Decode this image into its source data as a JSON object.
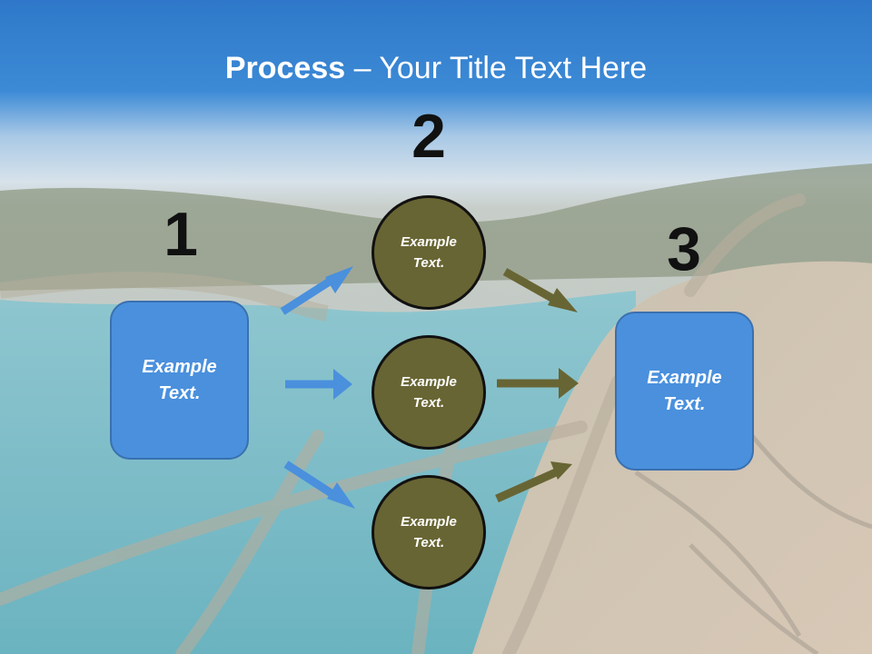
{
  "slide": {
    "title_bold": "Process",
    "title_rest": " – Your Title Text Here"
  },
  "steps": [
    {
      "number": "1",
      "text": "Example Text."
    },
    {
      "number": "2",
      "items": [
        "Example Text.",
        "Example Text.",
        "Example Text."
      ]
    },
    {
      "number": "3",
      "text": "Example Text."
    }
  ],
  "colors": {
    "box_fill": "#4a90dd",
    "circle_fill": "#686534",
    "blue_arrow": "#4a90dd",
    "olive_arrow": "#686534"
  }
}
